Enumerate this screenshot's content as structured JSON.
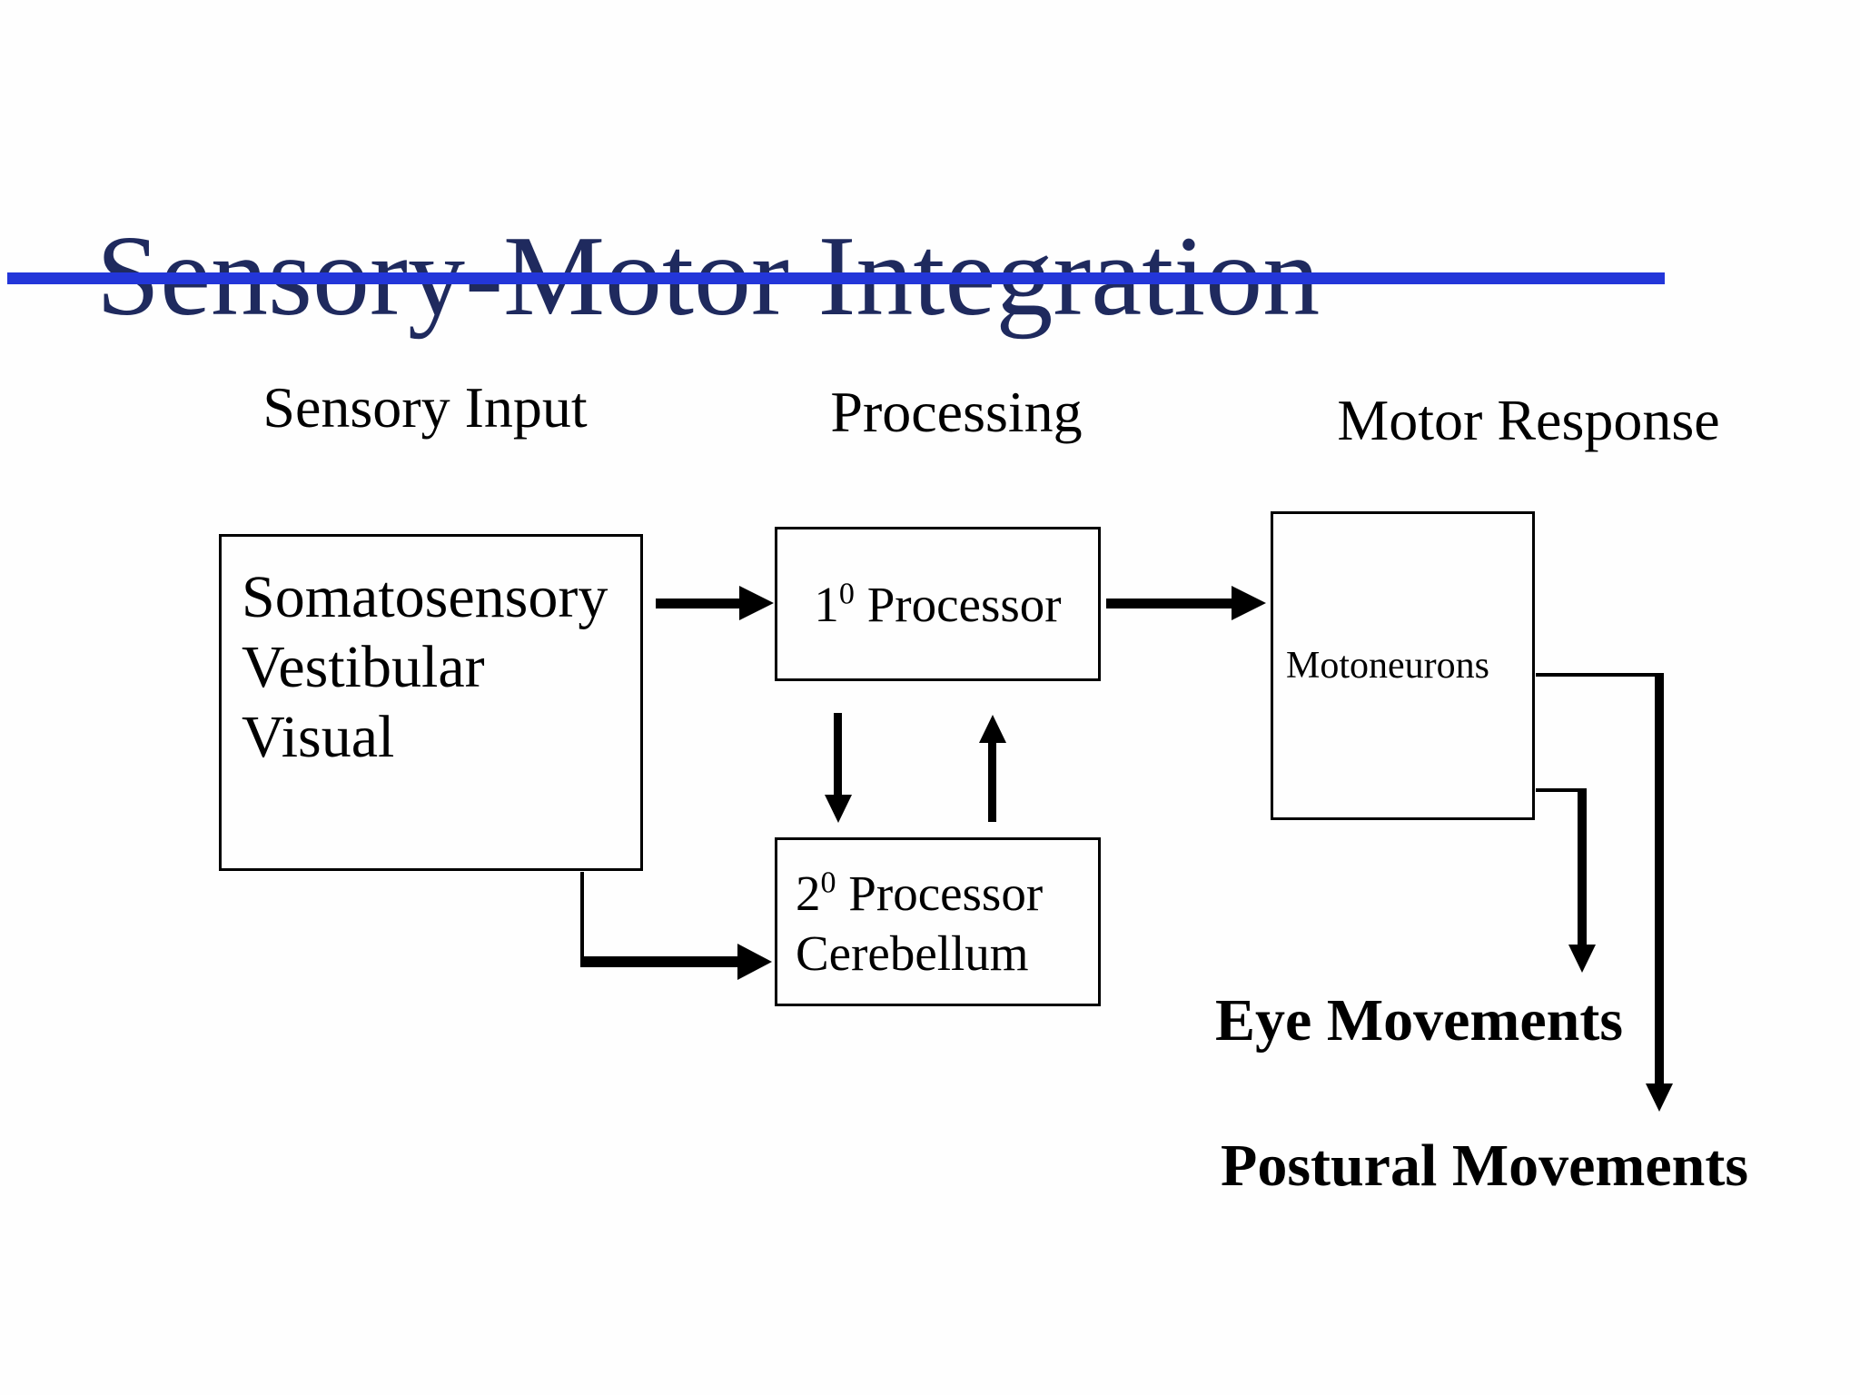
{
  "slide": {
    "title": "Sensory-Motor Integration",
    "title_color": "#1f2a5e",
    "accent_rule_color": "#2336d9",
    "background": "#fefefe"
  },
  "headers": {
    "sensory": "Sensory Input",
    "processing": "Processing",
    "motor": "Motor Response"
  },
  "boxes": {
    "sensory": {
      "lines": [
        "Somatosensory",
        "Vestibular",
        "Visual"
      ]
    },
    "primary": {
      "base": "1",
      "sup": "0",
      "rest": " Processor"
    },
    "secondary": {
      "base": "2",
      "sup": "0",
      "rest": " Processor",
      "line2": "Cerebellum"
    },
    "motoneurons": {
      "label": "Motoneurons"
    }
  },
  "outputs": {
    "eye": "Eye Movements",
    "postural": "Postural Movements"
  }
}
